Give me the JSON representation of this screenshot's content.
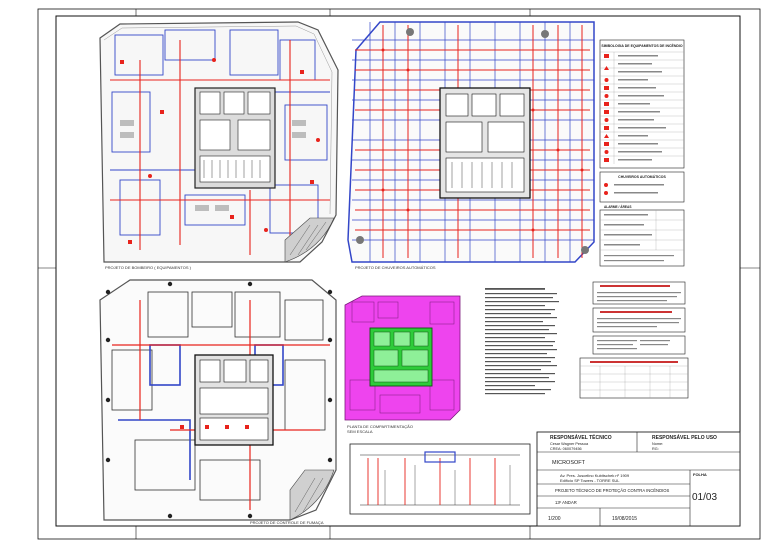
{
  "views": {
    "top_left": "PROJETO DE BOMBEIRO ( EQUIPAMENTOS )",
    "top_right": "PROJETO DE CHUVEIROS AUTOMÁTICOS",
    "bottom_left": "PROJETO DE CONTROLE DE FUMAÇA",
    "compartment_title": "PLANTA DE COMPARTIMENTAÇÃO",
    "compartment_sub": "SEM ESCALA"
  },
  "legend": {
    "equip_title": "SIMBOLOGIA DE EQUIPAMENTOS DE INCÊNDIO",
    "sprinkler_title": "CHUVEIROS AUTOMÁTICOS",
    "sprinkler_sub": "ALARME / ÁREAS"
  },
  "title_block": {
    "tech_resp_label": "RESPONSÁVEL TÉCNICO",
    "tech_resp_name": "Cesar Wagner Pessoa",
    "tech_resp_crea": "CREA: 060079456",
    "owner_resp_label": "RESPONSÁVEL PELO USO",
    "owner_line1": "Nome:",
    "owner_line2": "RG:",
    "owner_company": "MICROSOFT",
    "address_line1": "Av. Pres. Juscelino Kubitschek nº 1909",
    "address_line2": "Edifício SP Towers - TORRE SUL",
    "project_name": "PROJETO TÉCNICO DE PROTEÇÃO CONTRA INCÊNDIOS",
    "floor": "13º ANDAR",
    "scale": "1/200",
    "date": "19/08/2015",
    "sheet_label": "FOLHA",
    "sheet_number": "01/03"
  },
  "colors": {
    "wall": "#222222",
    "pipe_red": "#e8231c",
    "pipe_blue": "#3346c8",
    "compartment_magenta": "#ee44ee",
    "compartment_green": "#2ecc3a"
  }
}
